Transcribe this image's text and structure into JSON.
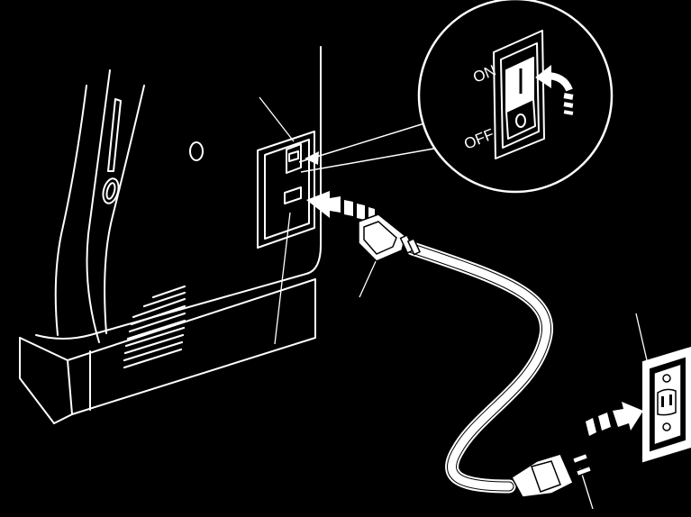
{
  "switch_labels": {
    "on": "ON",
    "off": "OFF"
  },
  "colors": {
    "background": "#000000",
    "line": "#ffffff"
  },
  "parts": {
    "machine": "sewing-machine-body",
    "switch": "power-switch",
    "socket": "machine-socket",
    "cord": "power-cord",
    "plug": "power-plug",
    "outlet": "wall-outlet"
  }
}
